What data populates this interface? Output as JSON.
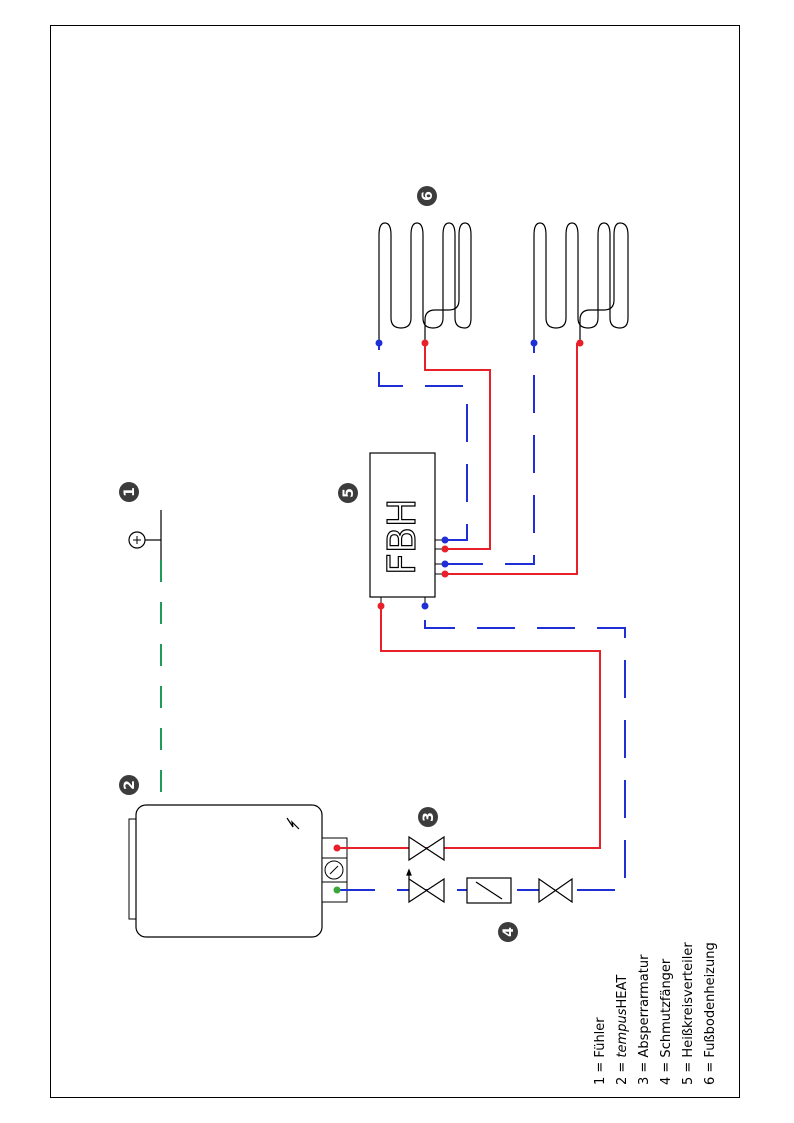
{
  "colors": {
    "supply": "#e8202a",
    "return": "#1f2fd6",
    "sensor": "#1f9a5a",
    "outline": "#000000",
    "marker": "#3c3c3c",
    "inlet_dot": "#3aa838"
  },
  "markers": {
    "m1": "1",
    "m2": "2",
    "m3": "3",
    "m4": "4",
    "m5": "5",
    "m6": "6"
  },
  "distributor": {
    "label": "FBH"
  },
  "legend": {
    "l1": {
      "num": "1 = ",
      "italic": "",
      "rest": "Fühler"
    },
    "l2": {
      "num": "2 = ",
      "italic": "tempus",
      "rest": "HEAT"
    },
    "l3": {
      "num": "3 = ",
      "italic": "",
      "rest": "Absperrarmatur"
    },
    "l4": {
      "num": "4 = ",
      "italic": "",
      "rest": "Schmutzfänger"
    },
    "l5": {
      "num": "5 = ",
      "italic": "",
      "rest": "Heißkreisverteiler"
    },
    "l6": {
      "num": "6 = ",
      "italic": "",
      "rest": "Fußbodenheizung"
    }
  },
  "icons": {
    "sensor": "temperature-sensor-icon",
    "heater": "heater-unit-icon",
    "valve": "shutoff-valve-icon",
    "strainer": "dirt-trap-icon",
    "lightning": "lightning-icon",
    "gauge": "gauge-icon"
  }
}
